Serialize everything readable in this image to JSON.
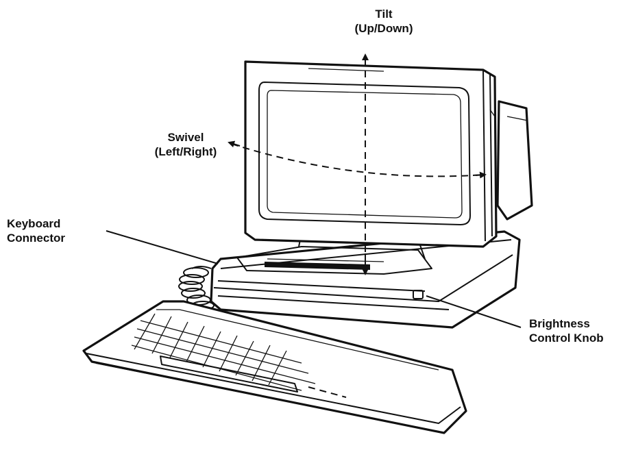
{
  "labels": {
    "tilt_line1": "Tilt",
    "tilt_line2": "(Up/Down)",
    "swivel_line1": "Swivel",
    "swivel_line2": "(Left/Right)",
    "keyboard_line1": "Keyboard",
    "keyboard_line2": "Connector",
    "brightness_line1": "Brightness",
    "brightness_line2": "Control Knob"
  },
  "colors": {
    "ink": "#111111",
    "paper": "#ffffff"
  }
}
